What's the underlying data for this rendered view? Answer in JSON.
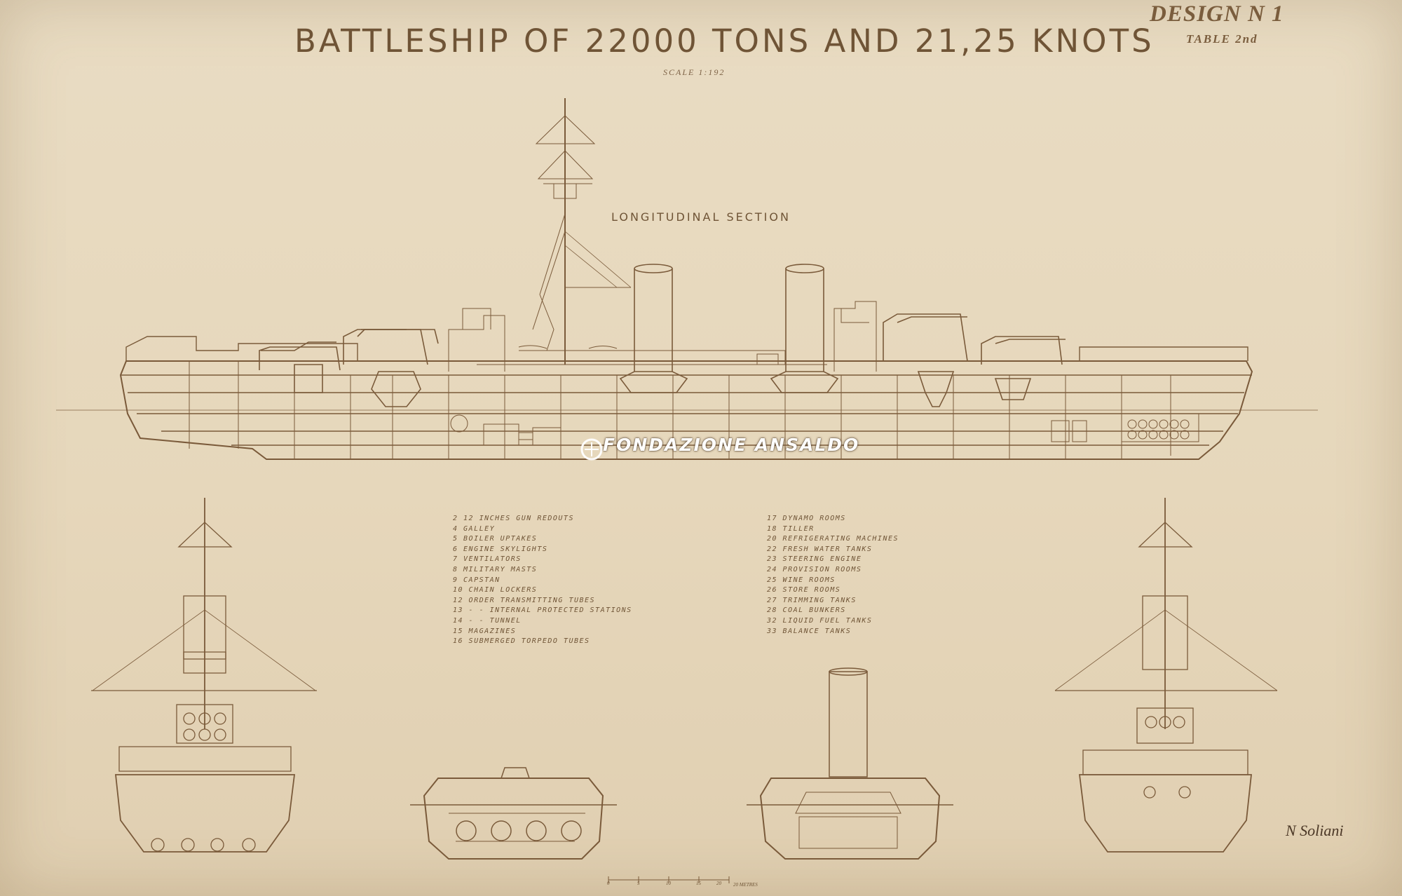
{
  "header": {
    "title": "BATTLESHIP OF 22000 TONS AND 21,25 KNOTS",
    "design": "DESIGN N 1",
    "table": "TABLE 2nd",
    "scale": "SCALE 1:192"
  },
  "section_title": "LONGITUDINAL   SECTION",
  "watermark": "FONDAZIONE ANSALDO",
  "legend_left": [
    "2  12 INCHES GUN  REDOUTS",
    "4  GALLEY",
    "5  BOILER UPTAKES",
    "6  ENGINE SKYLIGHTS",
    "7  VENTILATORS",
    "8  MILITARY MASTS",
    "9  CAPSTAN",
    "10  CHAIN LOCKERS",
    "12  ORDER TRANSMITTING TUBES",
    "13     -        -       INTERNAL PROTECTED STATIONS",
    "14     -        -       TUNNEL",
    "15  MAGAZINES",
    "16  SUBMERGED TORPEDO TUBES"
  ],
  "legend_right": [
    "17  DYNAMO ROOMS",
    "18  TILLER",
    "20  REFRIGERATING MACHINES",
    "22  FRESH WATER TANKS",
    "23  STEERING ENGINE",
    "24  PROVISION ROOMS",
    "25  WINE ROOMS",
    "26  STORE ROOMS",
    "27  TRIMMING TANKS",
    "28  COAL BUNKERS",
    "32  LIQUID FUEL TANKS",
    "33  BALANCE TANKS"
  ],
  "scale_bar": {
    "ticks": [
      "0",
      "5",
      "10",
      "15",
      "20"
    ],
    "unit": "20 METRES"
  },
  "signature": "N Soliani",
  "colors": {
    "paper": "#e6d7bb",
    "ink": "#6f5436"
  }
}
